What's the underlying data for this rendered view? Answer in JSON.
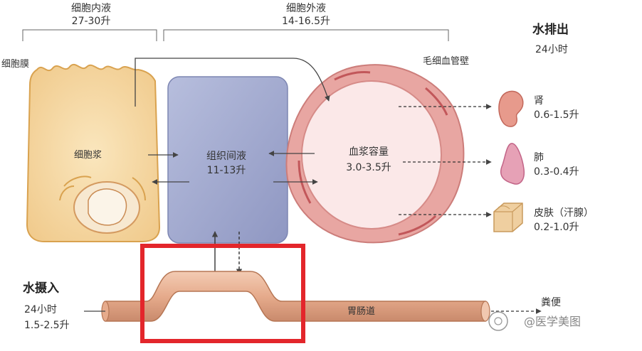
{
  "labels": {
    "intracellular_title": "细胞内液",
    "intracellular_volume": "27-30升",
    "extracellular_title": "细胞外液",
    "extracellular_volume": "14-16.5升",
    "cell_membrane": "细胞膜",
    "cytoplasm": "细胞浆",
    "interstitial_title": "组织间液",
    "interstitial_volume": "11-13升",
    "plasma_title": "血浆容量",
    "plasma_volume": "3.0-3.5升",
    "capillary_wall": "毛细血管壁",
    "excretion_title": "水排出",
    "excretion_period": "24小时",
    "kidney": "肾",
    "kidney_volume": "0.6-1.5升",
    "lung": "肺",
    "lung_volume": "0.3-0.4升",
    "skin": "皮肤（汗腺）",
    "skin_volume": "0.2-1.0升",
    "intake_title": "水摄入",
    "intake_period": "24小时",
    "intake_volume": "1.5-2.5升",
    "gi_tract": "胃肠道",
    "feces": "粪便",
    "watermark": "@医学美图"
  },
  "colors": {
    "cell_fill": "#f6d9a0",
    "cell_stroke": "#d9a24f",
    "interstitial_fill": "#a6aed0",
    "interstitial_stroke": "#7d86b2",
    "vessel_wall": "#e8a6a2",
    "vessel_lumen": "#fbe8e8",
    "gut": "#e9b498",
    "highlight_box": "#e3262b"
  }
}
